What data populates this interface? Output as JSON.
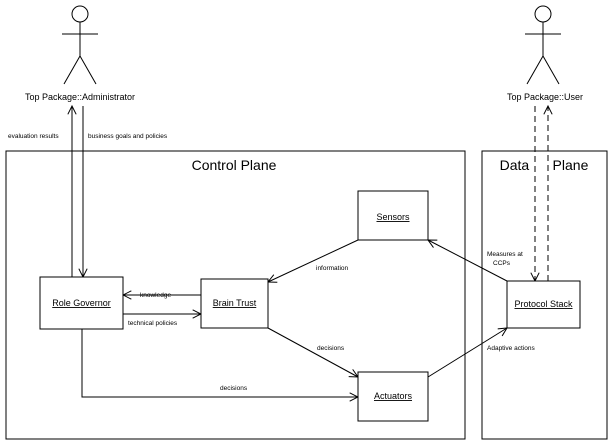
{
  "actors": {
    "administrator": "Top Package::Administrator",
    "user": "Top Package::User"
  },
  "planes": {
    "control": "Control Plane",
    "data": "Data Plane"
  },
  "components": {
    "sensors": "Sensors",
    "role_governor": "Role Governor",
    "brain_trust": "Brain Trust",
    "actuators": "Actuators",
    "protocol_stack": "Protocol Stack"
  },
  "edges": {
    "evaluation_results": "evaluation results",
    "business_goals": "business goals and policies",
    "information": "information",
    "knowledge": "knowledge",
    "technical_policies": "technical  policies",
    "decisions_brain": "decisions",
    "decisions_role": "decisions",
    "measures_line1": "Measures at",
    "measures_line2": "CCPs",
    "adaptive_actions": "Adaptive actions"
  }
}
